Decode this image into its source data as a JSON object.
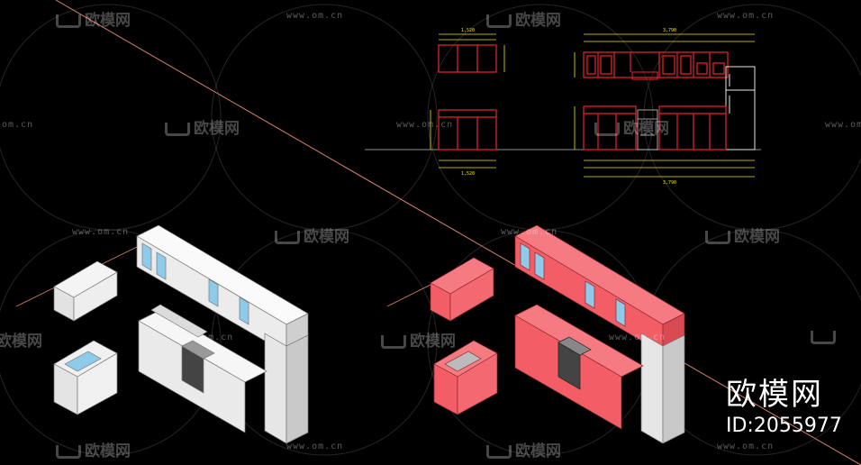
{
  "watermark": {
    "logo_text": "欧模网",
    "url_text": "www.om.cn",
    "url_text_short": "om.cn"
  },
  "brand": {
    "name": "欧模网",
    "id_text": "ID:2055977"
  },
  "colors": {
    "background": "#000000",
    "cad_red": "#e8242a",
    "cad_yellow": "#f2e600",
    "cabinet_white": "#f2f2f2",
    "cabinet_pink": "#f25d66",
    "glass_blue": "#8ecbea",
    "diagonal_line": "#d9826a"
  },
  "drawing": {
    "dim_top_left": "1,520",
    "dim_top_right": "3,790",
    "dim_bottom_left": "1,520",
    "dim_bottom_right": "3,790"
  }
}
